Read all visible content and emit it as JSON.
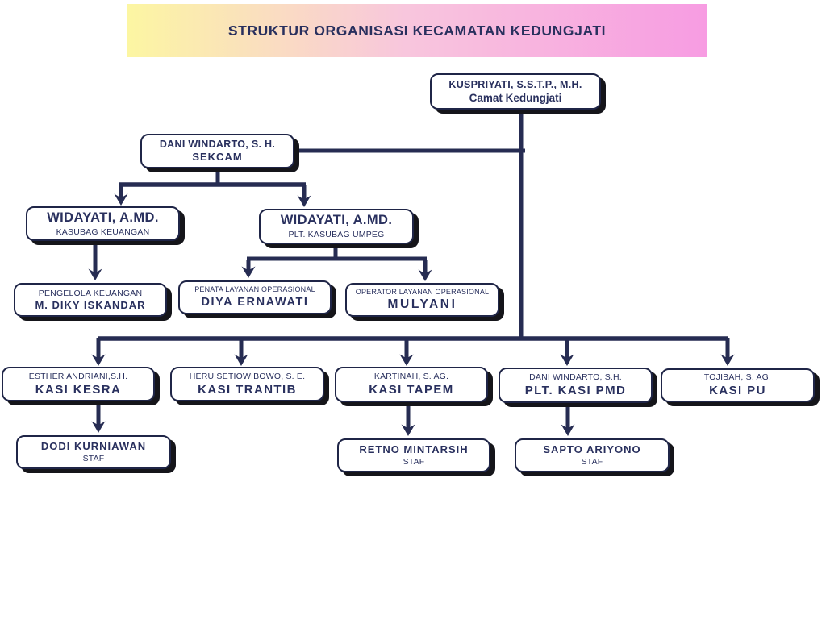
{
  "title_banner": {
    "text": "STRUKTUR ORGANISASI KECAMATAN KEDUNGJATI"
  },
  "colors": {
    "line_navy": "#262c52",
    "text_navy": "#29305e",
    "box_shadow": "#15151a",
    "banner_yellow": "#fcf6a2",
    "banner_pink_mid": "#f8c6dd",
    "banner_pink": "#f79ce2"
  },
  "nodes": {
    "camat": {
      "name": "KUSPRIYATI, S.S.T.P., M.H.",
      "role": "Camat Kedungjati"
    },
    "sekcam": {
      "name": "DANI WINDARTO, S. H.",
      "role": "SEKCAM"
    },
    "kasubag_keuangan": {
      "name": "WIDAYATI, A.MD.",
      "role": "KASUBAG KEUANGAN"
    },
    "kasubag_umpeg": {
      "name": "WIDAYATI, A.MD.",
      "role": "PLT. KASUBAG UMPEG"
    },
    "pengelola_keuangan": {
      "name": "M. DIKY ISKANDAR",
      "role": "PENGELOLA KEUANGAN"
    },
    "penata_layanan": {
      "name": "DIYA ERNAWATI",
      "role": "PENATA LAYANAN OPERASIONAL"
    },
    "operator_layanan": {
      "name": "MULYANI",
      "role": "OPERATOR LAYANAN OPERASIONAL"
    },
    "kasi_kesra": {
      "name": "ESTHER ANDRIANI,S.H.",
      "role": "KASI KESRA"
    },
    "kasi_trantib": {
      "name": "HERU SETIOWIBOWO, S. E.",
      "role": "KASI TRANTIB"
    },
    "kasi_tapem": {
      "name": "KARTINAH, S. AG.",
      "role": "KASI TAPEM"
    },
    "kasi_pmd": {
      "name": "DANI WINDARTO, S.H.",
      "role": "PLT. KASI PMD"
    },
    "kasi_pu": {
      "name": "TOJIBAH, S. AG.",
      "role": "KASI PU"
    },
    "staf_kesra": {
      "name": "DODI KURNIAWAN",
      "role": "STAF"
    },
    "staf_tapem": {
      "name": "RETNO MINTARSIH",
      "role": "STAF"
    },
    "staf_pmd": {
      "name": "SAPTO ARIYONO",
      "role": "STAF"
    }
  }
}
